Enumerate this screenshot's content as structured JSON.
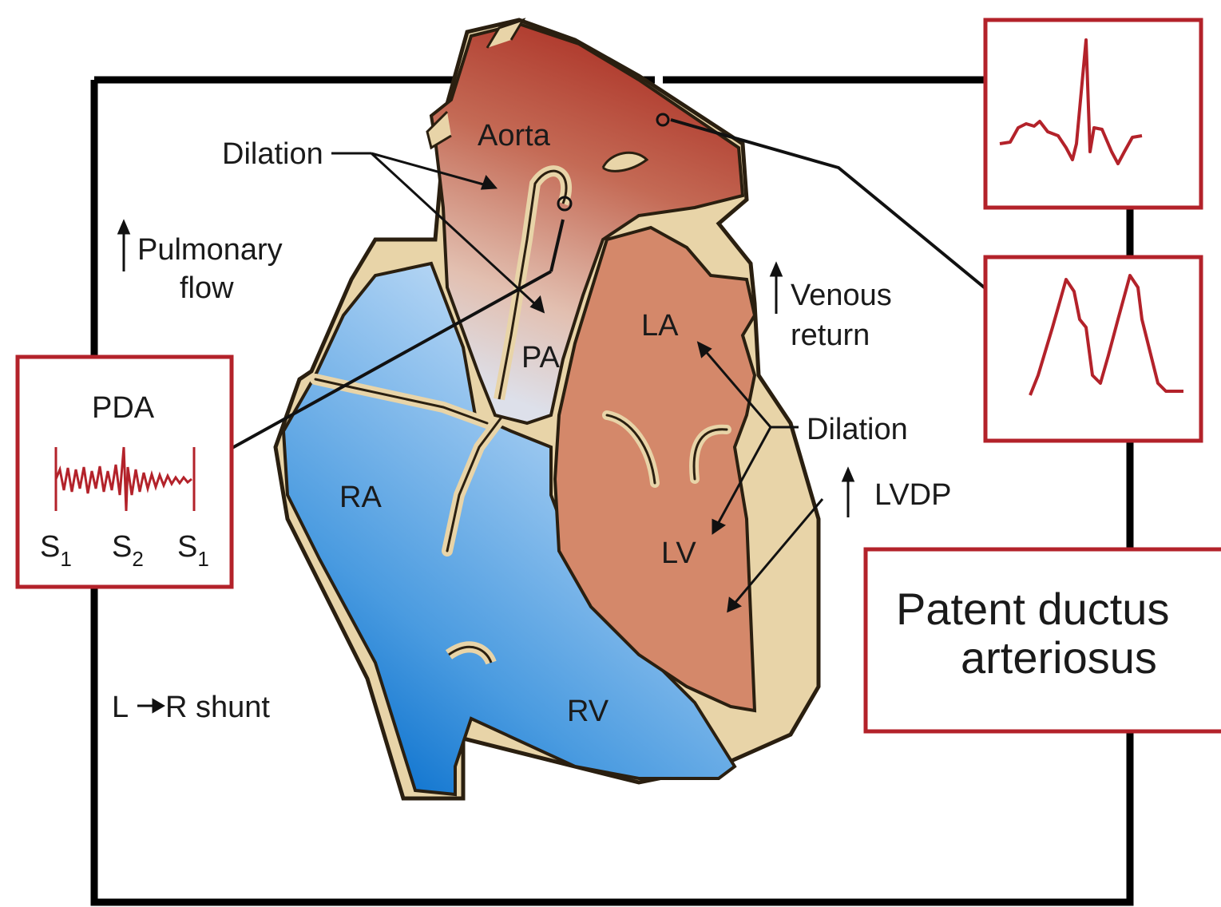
{
  "labels": {
    "aorta": "Aorta",
    "pa": "PA",
    "la": "LA",
    "lv": "LV",
    "ra": "RA",
    "rv": "RV",
    "dilation_top": "Dilation",
    "dilation_right": "Dilation",
    "pulmonary_flow_line1": "Pulmonary",
    "pulmonary_flow_line2": "flow",
    "venous_return_line1": "Venous",
    "venous_return_line2": "return",
    "lvdp": "LVDP",
    "shunt_l": "L",
    "shunt_rest": "R shunt",
    "pda_title": "PDA",
    "s1_left": "S",
    "s1_left_sub": "1",
    "s2": "S",
    "s2_sub": "2",
    "s1_right": "S",
    "s1_right_sub": "1"
  },
  "title_box": {
    "line1": "Patent ductus",
    "line2": "arteriosus"
  },
  "colors": {
    "box_border": "#b3222a",
    "waveform": "#b3222a",
    "oxygenated": "#a83024",
    "deoxygenated": "#1a7fd4",
    "heart_wall": "#e8d4a8",
    "left_chambers": "#d4886a"
  }
}
